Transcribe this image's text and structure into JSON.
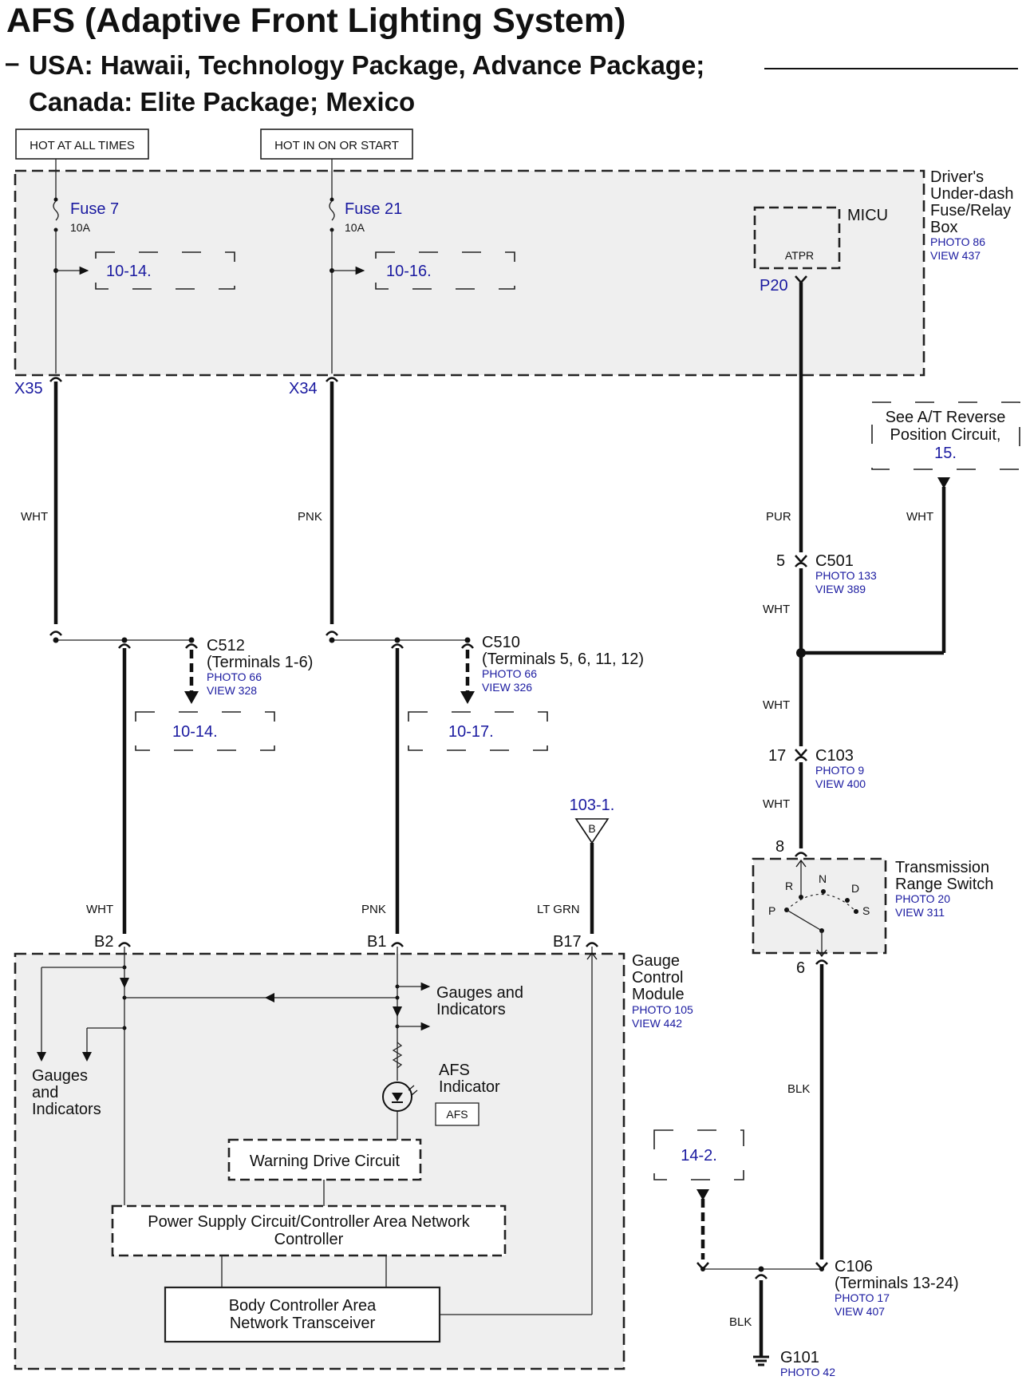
{
  "title": "AFS (Adaptive Front Lighting System)",
  "subtitle_line1": "USA: Hawaii, Technology Package, Advance Package;",
  "subtitle_line2": "Canada: Elite Package; Mexico",
  "power_labels": {
    "hot_at_all_times": "HOT AT ALL TIMES",
    "hot_in_on": "HOT IN ON OR START"
  },
  "fuse_box": {
    "name_lines": [
      "Driver's",
      "Under-dash",
      "Fuse/Relay",
      "Box"
    ],
    "photo": "PHOTO 86",
    "view": "VIEW 437",
    "fuse7": {
      "label": "Fuse 7",
      "rating": "10A",
      "ref": "10-14."
    },
    "fuse21": {
      "label": "Fuse 21",
      "rating": "10A",
      "ref": "10-16."
    },
    "micu": {
      "label": "MICU",
      "pin": "ATPR",
      "terminal": "P20"
    }
  },
  "terminals": {
    "x35": "X35",
    "x34": "X34"
  },
  "wires": {
    "wht": "WHT",
    "pnk": "PNK",
    "pur": "PUR",
    "lt_grn": "LT GRN",
    "blk": "BLK"
  },
  "see_at": {
    "lines": [
      "See A/T Reverse",
      "Position Circuit,"
    ],
    "ref": "15."
  },
  "c501": {
    "pin": "5",
    "name": "C501",
    "photo": "PHOTO 133",
    "view": "VIEW 389"
  },
  "c512": {
    "name": "C512",
    "terminals": "(Terminals 1-6)",
    "photo": "PHOTO 66",
    "view": "VIEW 328",
    "ref": "10-14."
  },
  "c510": {
    "name": "C510",
    "terminals": "(Terminals 5, 6, 11, 12)",
    "photo": "PHOTO 66",
    "view": "VIEW 326",
    "ref": "10-17."
  },
  "c103": {
    "pin": "17",
    "name": "C103",
    "photo": "PHOTO 9",
    "view": "VIEW 400"
  },
  "ref_103": {
    "ref": "103-1.",
    "symbol": "B"
  },
  "trs": {
    "name_lines": [
      "Transmission",
      "Range Switch"
    ],
    "photo": "PHOTO 20",
    "view": "VIEW 311",
    "pin_top": "8",
    "pin_bottom": "6",
    "positions": {
      "r": "R",
      "n": "N",
      "d": "D",
      "p": "P",
      "s": "S"
    }
  },
  "gauge": {
    "name_lines": [
      "Gauge",
      "Control",
      "Module"
    ],
    "photo": "PHOTO 105",
    "view": "VIEW 442",
    "pins": {
      "b2": "B2",
      "b1": "B1",
      "b17": "B17"
    },
    "gauges_right": [
      "Gauges and",
      "Indicators"
    ],
    "gauges_left": [
      "Gauges",
      "and",
      "Indicators"
    ],
    "afs_indicator": [
      "AFS",
      "Indicator"
    ],
    "afs_tag": "AFS",
    "warning": "Warning Drive Circuit",
    "power_supply": [
      "Power Supply Circuit/Controller Area Network",
      "Controller"
    ],
    "body_can": [
      "Body Controller Area",
      "Network Transceiver"
    ]
  },
  "ref_14": "14-2.",
  "c106": {
    "name": "C106",
    "terminals": "(Terminals 13-24)",
    "photo": "PHOTO 17",
    "view": "VIEW 407"
  },
  "g101": {
    "name": "G101",
    "photo": "PHOTO 42"
  }
}
